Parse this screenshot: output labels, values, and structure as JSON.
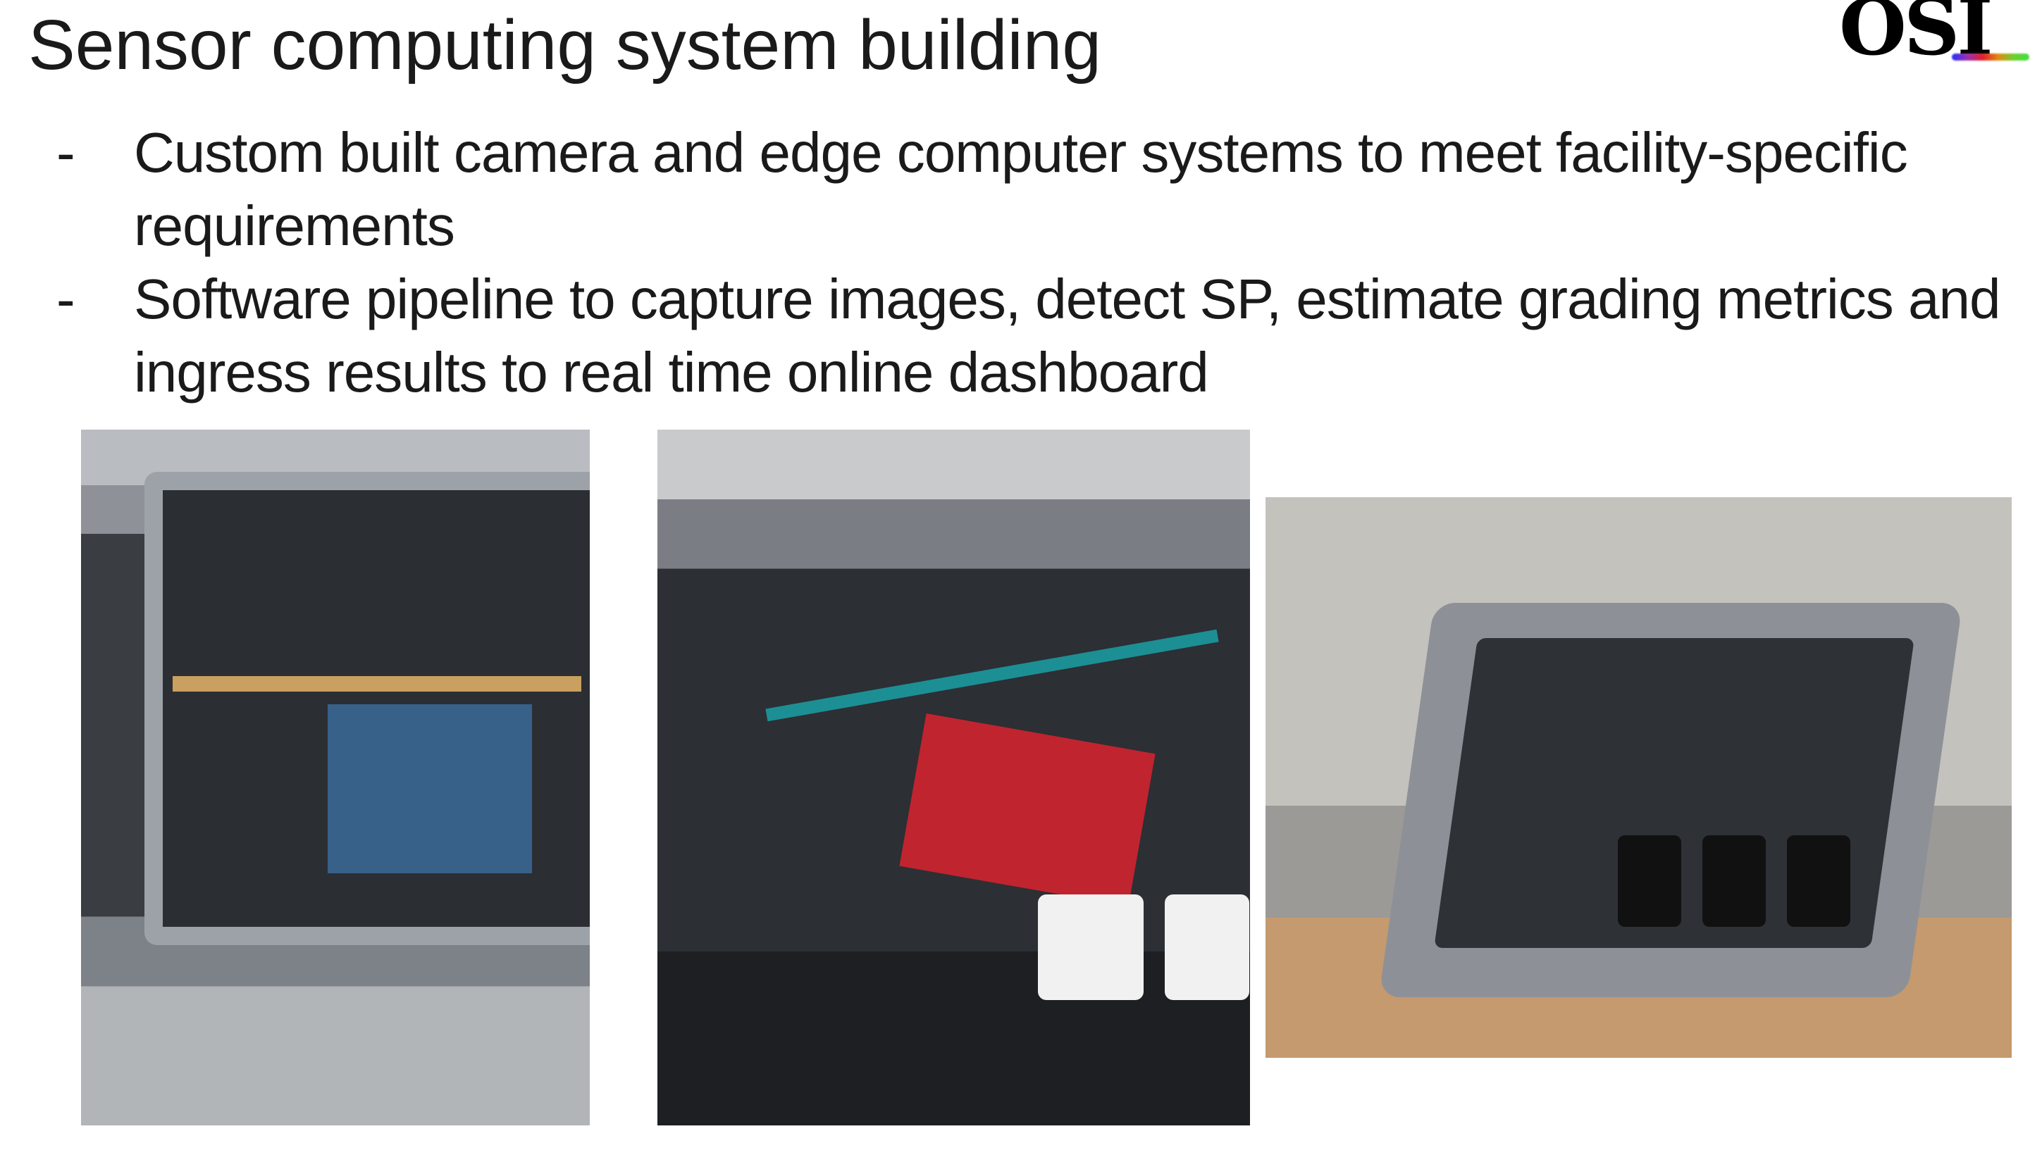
{
  "slide": {
    "title": "Sensor computing system building",
    "logo_text": "OSI",
    "bullets": [
      {
        "marker": "-",
        "text": "Custom built camera and edge computer systems to meet facility-specific requirements"
      },
      {
        "marker": "-",
        "text": "Software pipeline to capture images, detect SP, estimate grading metrics and ingress results to real time online dashboard"
      }
    ]
  }
}
